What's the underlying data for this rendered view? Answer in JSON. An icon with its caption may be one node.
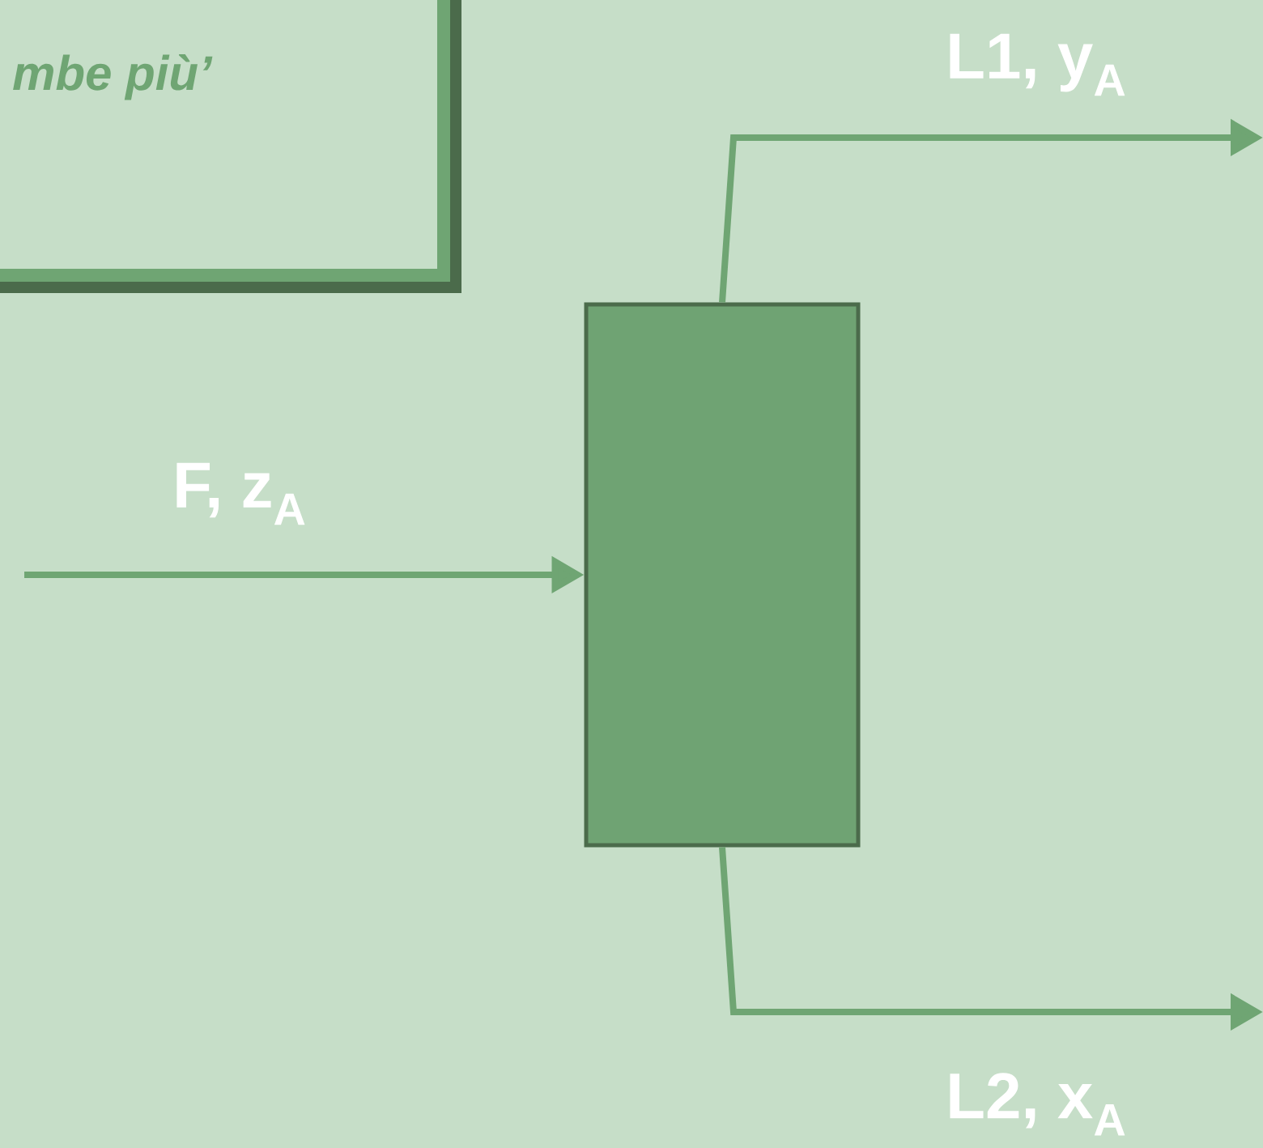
{
  "diagram": {
    "nodes": [
      {
        "text": [
          "mbe più’"
        ]
      },
      {
        "text": [],
        "shape": "box"
      }
    ],
    "edges": [
      {
        "from": null,
        "to": 1,
        "arrow": "to",
        "label": "F, z$_{A}$"
      },
      {
        "from": 1,
        "to": null,
        "arrow": "to",
        "label": "L1, y$_{A}$"
      },
      {
        "from": 1,
        "to": null,
        "arrow": "to",
        "label": "L2, x$_{A}$"
      }
    ]
  }
}
